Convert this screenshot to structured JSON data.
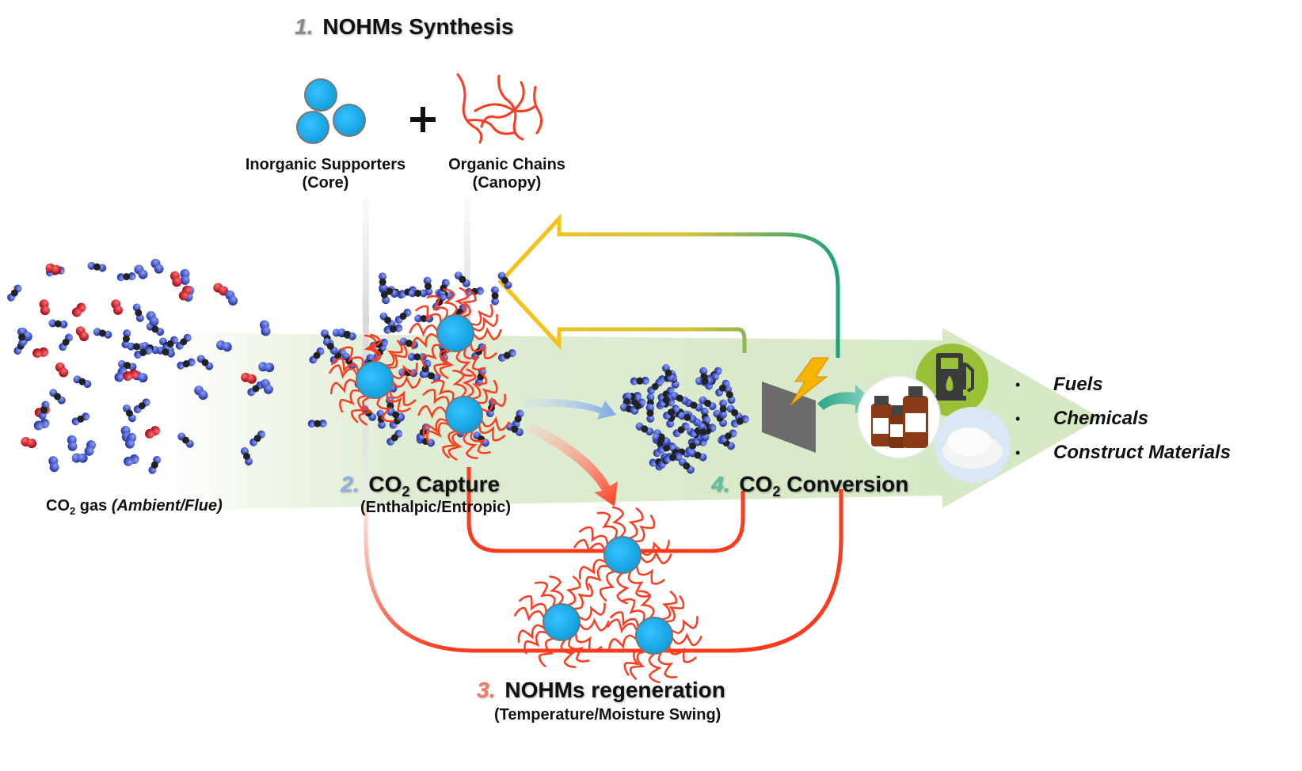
{
  "synthesis": {
    "step_number": "1.",
    "title": "NOHMs Synthesis",
    "core_label": "Inorganic Supporters",
    "core_sub": "(Core)",
    "plus": "+",
    "canopy_label": "Organic Chains",
    "canopy_sub": "(Canopy)"
  },
  "gas": {
    "label_pre": "CO",
    "label_sub": "2",
    "label_mid": " gas ",
    "label_italic": "(Ambient/Flue)"
  },
  "capture": {
    "step_number": "2.",
    "title_pre": "CO",
    "title_sub": "2",
    "title_post": " Capture",
    "subtitle": "(Enthalpic/Entropic)"
  },
  "regeneration": {
    "step_number": "3.",
    "title": "NOHMs regeneration",
    "subtitle": "(Temperature/Moisture Swing)"
  },
  "conversion": {
    "step_number": "4.",
    "title_pre": "CO",
    "title_sub": "2",
    "title_post": " Conversion"
  },
  "products": {
    "bullet": "•",
    "items": [
      "Fuels",
      "Chemicals",
      "Construct Materials"
    ]
  },
  "colors": {
    "core_blue": "#1fb0f0",
    "chain_red": "#ff3b1f",
    "step1_gray": "#8a8a8a",
    "step2_blue": "#8fb0e0",
    "step3_salmon": "#f47a68",
    "step4_teal": "#5cbfa0",
    "arrow_green": "#dcebcf",
    "arrow_yellow": "#f5c21a",
    "arrow_teal": "#1aa37a",
    "molecule_blue": "#2a3fb5",
    "molecule_red": "#d0101a"
  },
  "icons": [
    "core-particle-icon",
    "organic-chain-icon",
    "co2-molecule-icon",
    "oxygen-molecule-icon",
    "electrode-icon",
    "lightning-icon",
    "fuel-pump-icon",
    "chemical-bottles-icon",
    "white-powder-icon"
  ]
}
